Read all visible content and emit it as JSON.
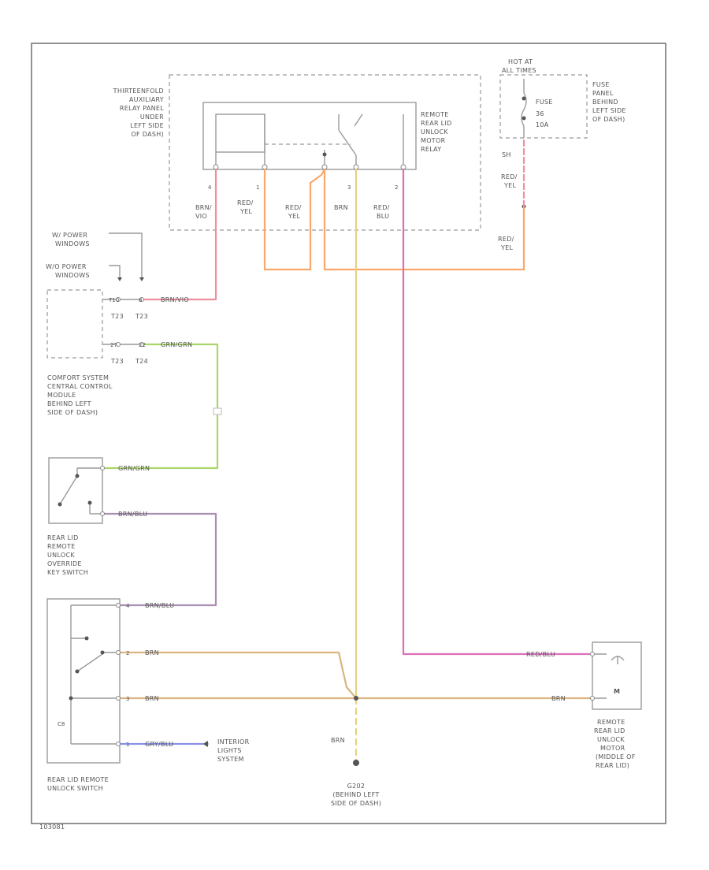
{
  "wire_colors": {
    "pink_red": "#ee8f9e",
    "orange": "#f9a86a",
    "yellow": "#e4d184",
    "magenta": "#dd6fba",
    "green": "#abd66a",
    "purple": "#9d8fd3",
    "violet_brown": "#aa8fb3",
    "gold": "#dbb47f",
    "blue": "#8890e8"
  },
  "relay_panel": {
    "location_label": [
      "THIRTEENFOLD",
      "AUXILIARY",
      "RELAY PANEL",
      "UNDER",
      "LEFT SIDE",
      "OF DASH)"
    ],
    "relay_label": [
      "REMOTE",
      "REAR LID",
      "UNLOCK",
      "MOTOR",
      "RELAY"
    ],
    "pins": [
      "4",
      "1",
      "",
      "3",
      "2"
    ],
    "pin_wires": [
      [
        "BRN/",
        "VIO"
      ],
      [
        "RED/",
        "YEL"
      ],
      [
        "RED/",
        "YEL"
      ],
      [
        "BRN"
      ],
      [
        "RED/",
        "BLU"
      ]
    ]
  },
  "fuse_panel": {
    "hot_label": [
      "HOT AT",
      "ALL TIMES"
    ],
    "fuse_label": [
      "FUSE",
      "36",
      "10A"
    ],
    "location_label": [
      "FUSE",
      "PANEL",
      "BEHIND",
      "LEFT SIDE",
      "OF DASH)"
    ],
    "wire_upper": [
      "SH",
      "RED/",
      "YEL"
    ],
    "wire_lower": [
      "RED/",
      "YEL"
    ]
  },
  "power_windows": [
    "W/ POWER",
    "WINDOWS"
  ],
  "power_windows_alt": [
    "W/O POWER",
    "WINDOWS"
  ],
  "comfort_module": {
    "label": [
      "COMFORT SYSTEM",
      "CENTRAL CONTROL",
      "MODULE",
      "BEHIND LEFT",
      "SIDE OF DASH)"
    ],
    "pins_top": [
      "T10",
      "8"
    ],
    "connectors_top": [
      "T23",
      "T23"
    ],
    "wire_top": "BRN/VIO",
    "pins_bottom": [
      "27",
      "22"
    ],
    "connectors_bottom": [
      "T23",
      "T24"
    ],
    "wire_bottom": "GRN/GRN"
  },
  "key_switch": {
    "label": [
      "REAR LID",
      "REMOTE",
      "UNLOCK",
      "OVERRIDE",
      "KEY SWITCH"
    ],
    "wire_top": "GRN/GRN",
    "wire_bottom": "BRN/BLU"
  },
  "unlock_switch": {
    "label": [
      "REAR LID REMOTE",
      "UNLOCK SWITCH"
    ],
    "pin_labels": [
      "4",
      "2",
      "3",
      "1"
    ],
    "wires": [
      "BRN/BLU",
      "BRN",
      "BRN",
      "GRY/BLU"
    ],
    "inner_label": "C8"
  },
  "interior_lights": [
    "INTERIOR",
    "LIGHTS",
    "SYSTEM"
  ],
  "ground": {
    "wire": "BRN",
    "label": [
      "G202",
      "(BEHIND LEFT",
      "SIDE OF DASH)"
    ]
  },
  "motor": {
    "label": [
      "REMOTE",
      "REAR LID",
      "UNLOCK",
      "MOTOR",
      "(MIDDLE OF",
      "REAR LID)"
    ],
    "wire_top": "RED/BLU",
    "wire_bottom": "BRN",
    "symbol": "M"
  },
  "diagram_id": "103081"
}
